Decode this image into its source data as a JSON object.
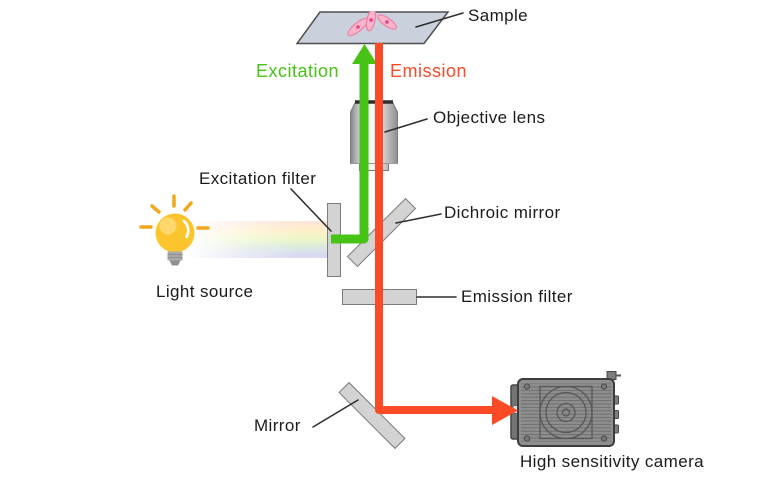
{
  "diagram": {
    "type": "fluorescence-microscopy-light-path",
    "labels": {
      "sample": "Sample",
      "excitation": "Excitation",
      "emission": "Emission",
      "objective_lens": "Objective lens",
      "excitation_filter": "Excitation filter",
      "dichroic_mirror": "Dichroic mirror",
      "light_source": "Light source",
      "emission_filter": "Emission filter",
      "mirror": "Mirror",
      "camera": "High sensitivity camera"
    },
    "colors": {
      "excitation_beam": "#47c316",
      "emission_beam": "#fb4a26",
      "optics_gray": "#d3d3d3",
      "slide_fill": "#cbd1dc",
      "bulb_yellow": "#fcc42d",
      "camera_gray": "#8f8f8f"
    }
  }
}
